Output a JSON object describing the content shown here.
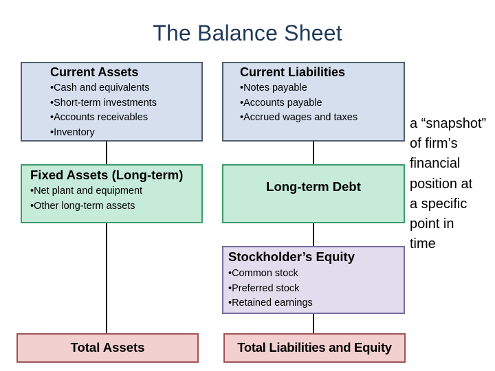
{
  "title": "The Balance Sheet",
  "assets": {
    "current": {
      "heading": "Current Assets",
      "items": [
        "Cash and equivalents",
        "Short-term investments",
        "Accounts receivables",
        "Inventory"
      ],
      "color": "#d5dfee"
    },
    "fixed": {
      "heading": "Fixed Assets (Long-term)",
      "items": [
        "Net plant and equipment",
        "Other long-term assets"
      ],
      "color": "#c6ebd8"
    },
    "total": {
      "label": "Total Assets",
      "color": "#f3d0d0"
    }
  },
  "liabilities": {
    "current": {
      "heading": "Current Liabilities",
      "items": [
        "Notes payable",
        "Accounts payable",
        "Accrued wages and taxes"
      ],
      "color": "#d5dfee"
    },
    "long_term_debt": {
      "label": "Long-term Debt",
      "color": "#c6ebd8"
    },
    "equity": {
      "heading": "Stockholder’s Equity",
      "items": [
        "Common stock",
        "Preferred stock",
        "Retained earnings"
      ],
      "color": "#e2dced"
    },
    "total": {
      "label": "Total Liabilities and Equity",
      "color": "#f3d0d0"
    }
  },
  "side_note": {
    "lines": [
      "a “snapshot”",
      "of firm’s",
      "financial",
      "position at",
      "a specific",
      "point in",
      "time"
    ]
  }
}
